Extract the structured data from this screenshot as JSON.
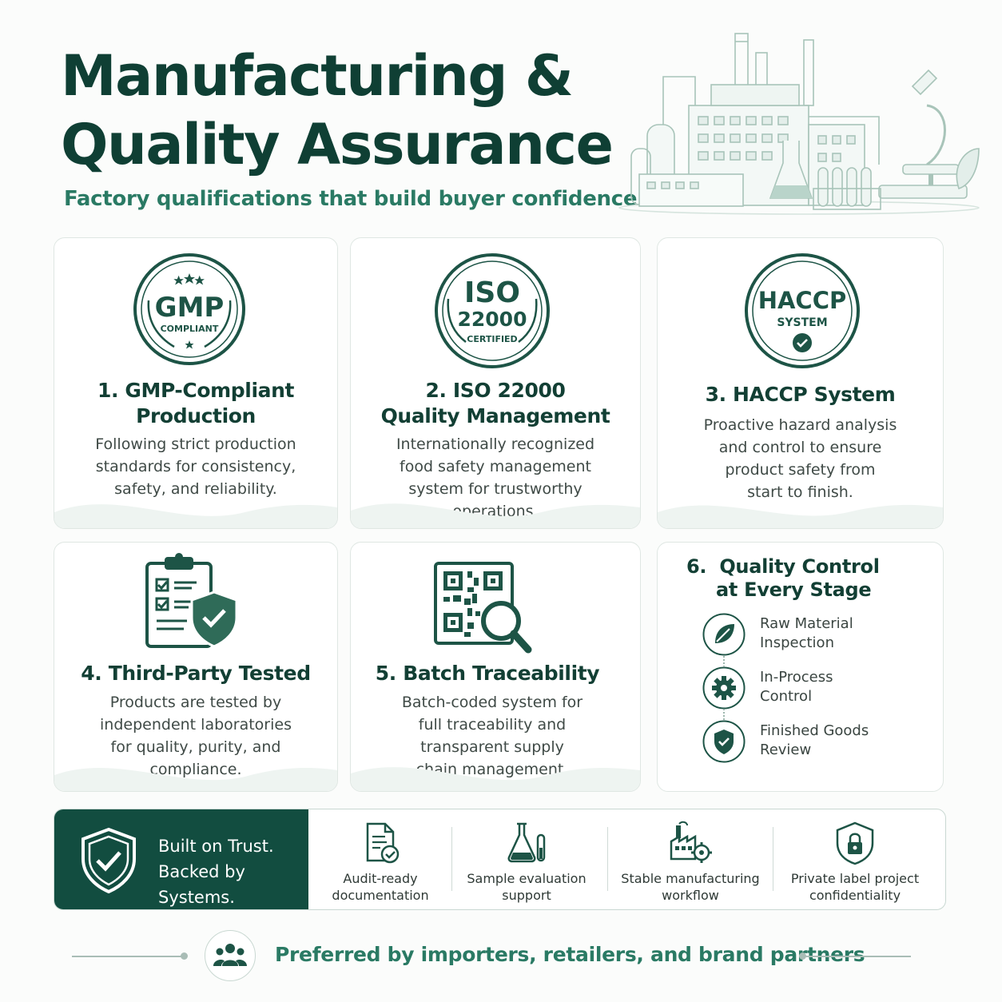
{
  "header": {
    "title_line1": "Manufacturing &",
    "title_line2": "Quality Assurance",
    "subtitle": "Factory qualifications that build buyer confidence"
  },
  "colors": {
    "primary": "#124d40",
    "accent": "#2a7a64",
    "text": "#3f4a46",
    "border": "#dfe7e3"
  },
  "cards": [
    {
      "title": "1. GMP-Compliant Production",
      "title_lines": [
        "1. GMP-Compliant",
        "Production"
      ],
      "badge": {
        "main": "GMP",
        "sub": "COMPLIANT",
        "icon": "gmp-badge-icon"
      },
      "desc_lines": [
        "Following strict production",
        "standards for consistency,",
        "safety, and reliability."
      ]
    },
    {
      "title": "2. ISO 22000 Quality Management",
      "title_lines": [
        "2. ISO 22000",
        "Quality Management"
      ],
      "badge": {
        "main": "ISO",
        "num": "22000",
        "sub": "CERTIFIED",
        "icon": "iso-badge-icon"
      },
      "desc_lines": [
        "Internationally recognized",
        "food safety management",
        "system for trustworthy",
        "operations."
      ]
    },
    {
      "title": "3. HACCP System",
      "title_lines": [
        "3. HACCP System"
      ],
      "badge": {
        "main": "HACCP",
        "sub": "SYSTEM",
        "icon": "haccp-badge-icon"
      },
      "desc_lines": [
        "Proactive hazard analysis",
        "and control to ensure",
        "product safety from",
        "start to finish."
      ]
    },
    {
      "title": "4. Third-Party Tested",
      "title_lines": [
        "4. Third-Party Tested"
      ],
      "icon": "clipboard-shield-icon",
      "desc_lines": [
        "Products are tested by",
        "independent laboratories",
        "for quality, purity, and",
        "compliance."
      ]
    },
    {
      "title": "5. Batch Traceability",
      "title_lines": [
        "5. Batch Traceability"
      ],
      "icon": "qr-magnifier-icon",
      "desc_lines": [
        "Batch-coded system for",
        "full traceability and",
        "transparent supply",
        "chain management."
      ]
    }
  ],
  "quality_control": {
    "title_lines": [
      "6.  Quality Control",
      "at Every Stage"
    ],
    "steps": [
      {
        "label_lines": [
          "Raw Material",
          "Inspection"
        ],
        "icon": "leaf-icon"
      },
      {
        "label_lines": [
          "In-Process",
          "Control"
        ],
        "icon": "gear-icon"
      },
      {
        "label_lines": [
          "Finished Goods",
          "Review"
        ],
        "icon": "shield-check-icon"
      }
    ]
  },
  "trust": {
    "line1": "Built on Trust.",
    "line2": "Backed by Systems.",
    "icon": "shield-check-icon",
    "features": [
      {
        "lines": [
          "Audit-ready",
          "documentation"
        ],
        "icon": "document-check-icon"
      },
      {
        "lines": [
          "Sample evaluation",
          "support"
        ],
        "icon": "flask-icon"
      },
      {
        "lines": [
          "Stable manufacturing",
          "workflow"
        ],
        "icon": "factory-gear-icon"
      },
      {
        "lines": [
          "Private label project",
          "confidentiality"
        ],
        "icon": "lock-shield-icon"
      }
    ]
  },
  "footer": {
    "text": "Preferred by importers, retailers, and brand partners",
    "icon": "people-group-icon"
  }
}
